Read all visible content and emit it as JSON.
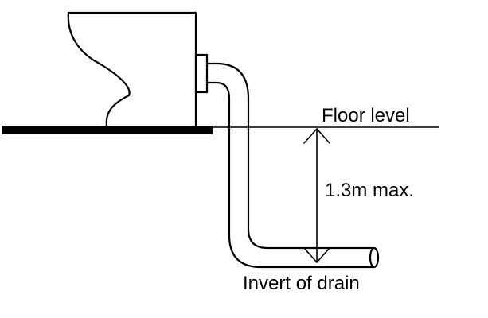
{
  "labels": {
    "floor": "Floor level",
    "dimension": "1.3m max.",
    "invert": "Invert of drain"
  },
  "colors": {
    "line": "#000000",
    "background": "#ffffff"
  }
}
